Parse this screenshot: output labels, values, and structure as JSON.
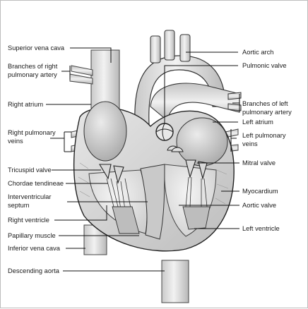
{
  "labels_left": {
    "superior_vena_cava": "Superior vena cava",
    "branches_right_pa_1": "Branches of right",
    "branches_right_pa_2": "pulmonary artery",
    "right_atrium": "Right atrium",
    "right_pulmonary_veins_1": "Right pulmonary",
    "right_pulmonary_veins_2": "veins",
    "tricuspid_valve": "Tricuspid valve",
    "chordae_tendineae": "Chordae tendineae",
    "interventricular_septum_1": "Interventricular",
    "interventricular_septum_2": "septum",
    "right_ventricle": "Right ventricle",
    "papillary_muscle": "Papillary muscle",
    "inferior_vena_cava": "Inferior vena cava",
    "descending_aorta": "Descending aorta"
  },
  "labels_right": {
    "aortic_arch": "Aortic arch",
    "pulmonic_valve": "Pulmonic valve",
    "branches_left_pa_1": "Branches of left",
    "branches_left_pa_2": "pulmonary artery",
    "left_atrium": "Left atrium",
    "left_pulmonary_veins_1": "Left pulmonary",
    "left_pulmonary_veins_2": "veins",
    "mitral_valve": "Mitral valve",
    "myocardium": "Myocardium",
    "aortic_valve": "Aortic valve",
    "left_ventricle": "Left ventricle"
  }
}
